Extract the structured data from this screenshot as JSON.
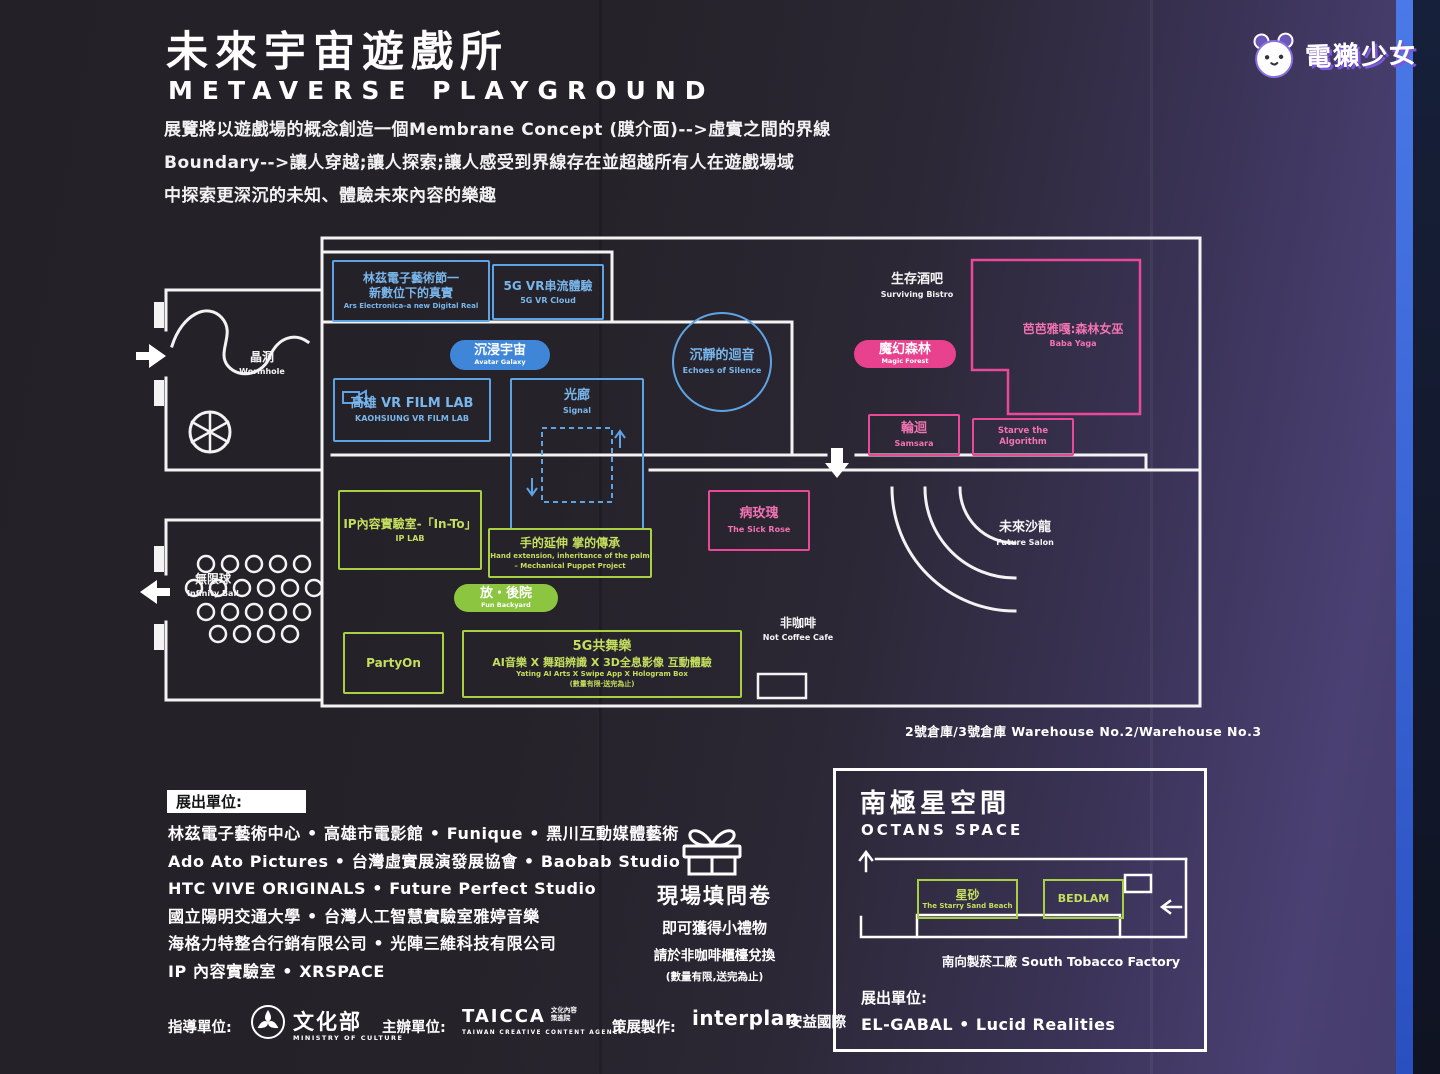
{
  "colors": {
    "blue": "#5ea4e4",
    "pink": "#ea4899",
    "green": "#a9cf43",
    "pill_blue": "#3f86d8",
    "pill_pink": "#e8428f",
    "pill_green": "#8cc53f",
    "stripe_blue": "#3c66d6"
  },
  "header": {
    "title": "未來宇宙遊戲所",
    "subtitle": "METAVERSE PLAYGROUND",
    "desc": [
      "展覽將以遊戲場的概念創造一個Membrane Concept (膜介面)-->虛實之間的界線",
      "Boundary-->讓人穿越;讓人探索;讓人感受到界線存在並超越所有人在遊戲場域",
      "中探索更深沉的未知、體驗未來內容的樂趣"
    ]
  },
  "brand": {
    "name": "電獺少女"
  },
  "map": {
    "caption": "2號倉庫/3號倉庫   Warehouse No.2/Warehouse No.3",
    "rooms": {
      "wormhole": {
        "zh": "晶洞",
        "en": "Wormhole"
      },
      "ars": {
        "zh1": "林茲電子藝術節一",
        "zh2": "新數位下的真實",
        "en": "Ars Electronica–a new Digital Real"
      },
      "vr_cloud": {
        "zh": "5G VR串流體驗",
        "en": "5G VR Cloud"
      },
      "avatar": {
        "zh": "沉浸宇宙",
        "en": "Avatar Galaxy"
      },
      "echoes": {
        "zh": "沉靜的迴音",
        "en": "Echoes of Silence"
      },
      "bistro": {
        "zh": "生存酒吧",
        "en": "Surviving Bistro"
      },
      "magic_forest": {
        "zh": "魔幻森林",
        "en": "Magic Forest"
      },
      "baba_yaga": {
        "zh": "芭芭雅嘎:森林女巫",
        "en": "Baba Yaga"
      },
      "film_lab": {
        "zh": "高雄 VR FILM LAB",
        "en": "KAOHSIUNG VR FILM LAB"
      },
      "signal": {
        "zh": "光廊",
        "en": "Signal"
      },
      "samsara": {
        "zh": "輪迴",
        "en": "Samsara"
      },
      "starve": {
        "en": "Starve the Algorithm"
      },
      "sick_rose": {
        "zh": "病玫瑰",
        "en": "The Sick Rose"
      },
      "ip_lab": {
        "zh": "IP內容實驗室-「In-To」",
        "en": "IP LAB"
      },
      "hand": {
        "zh": "手的延伸 掌的傳承",
        "en1": "Hand extension, inheritance of the palm",
        "en2": "– Mechanical Puppet Project"
      },
      "future_salon": {
        "zh": "未來沙龍",
        "en": "Future Salon"
      },
      "infinity": {
        "zh": "無限球",
        "en": "Infinity Ball"
      },
      "fun_backyard": {
        "zh": "放・後院",
        "en": "Fun Backyard"
      },
      "partyon": {
        "name": "PartyOn"
      },
      "dance": {
        "zh": "5G共舞樂",
        "line2": "AI音樂 X 舞蹈辨識 X 3D全息影像 互動體驗",
        "en": "Yating AI Arts X Swipe App X Hologram Box",
        "note": "(數量有限‧送完為止)"
      },
      "not_coffee": {
        "zh": "非咖啡",
        "en": "Not Coffee Cafe"
      }
    }
  },
  "exhibitors": {
    "label": "展出單位:",
    "lines": [
      "林茲電子藝術中心 • 高雄市電影館 • Funique • 黑川互動媒體藝術",
      "Ado Ato Pictures • 台灣虛實展演發展協會 • Baobab Studio",
      "HTC VIVE ORIGINALS • Future Perfect Studio",
      "國立陽明交通大學 • 台灣人工智慧實驗室雅婷音樂",
      "海格力特整合行銷有限公司 • 光陣三維科技有限公司",
      "IP 內容實驗室 • XRSPACE"
    ]
  },
  "survey": {
    "title": "現場填問卷",
    "line2": "即可獲得小禮物",
    "line3": "請於非咖啡櫃檯兌換",
    "note": "(數量有限,送完為止)"
  },
  "octans": {
    "title_zh": "南極星空間",
    "title_en": "OCTANS SPACE",
    "starry_zh": "星砂",
    "starry_en": "The Starry Sand Beach",
    "bedlam": "BEDLAM",
    "caption": "南向製菸工廠   South Tobacco Factory",
    "label": "展出單位:",
    "exhibitors": "EL-GABAL • Lucid Realities"
  },
  "footer": {
    "guide_label": "指導單位:",
    "ministry_name": "文化部",
    "ministry_sub": "MINISTRY OF CULTURE",
    "host_label": "主辦單位:",
    "taicca_name": "TAICCA",
    "taicca_side1": "文化內容",
    "taicca_side2": "策進院",
    "taicca_sub": "TAIWAN CREATIVE CONTENT AGENCY",
    "curator_label": "策展製作:",
    "curator_name": "interplan",
    "curator_suffix": "安益國際"
  }
}
